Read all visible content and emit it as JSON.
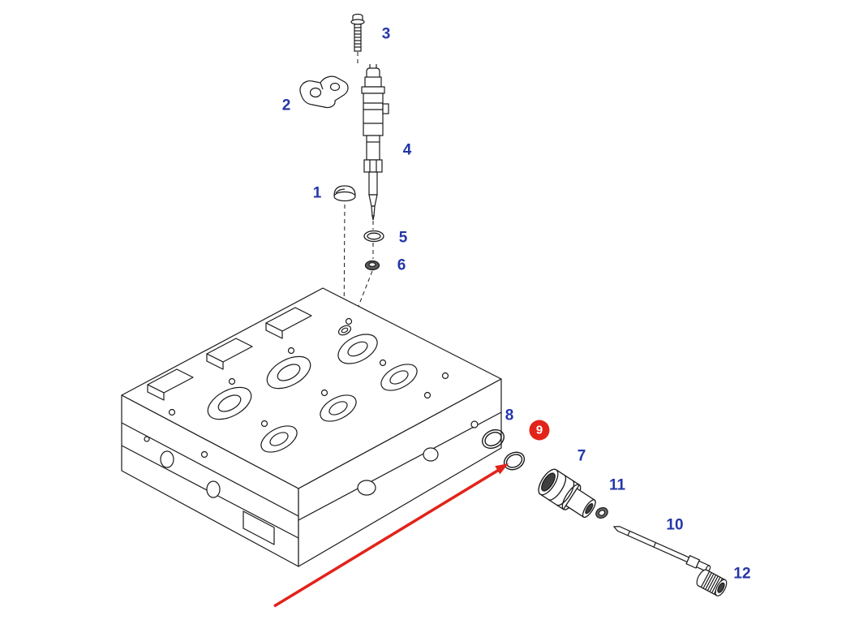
{
  "diagram": {
    "type": "exploded-parts-diagram",
    "subject": "Engine cylinder head with fuel injector assembly",
    "background_color": "#ffffff",
    "line_color": "#1a1a1a",
    "label_color": "#2436a8",
    "highlight_color": "#e2231a",
    "selected_part_label": "9",
    "highlight_arrow_present": true
  },
  "callouts": [
    {
      "id": 1,
      "label": "1",
      "highlighted": false
    },
    {
      "id": 2,
      "label": "2",
      "highlighted": false
    },
    {
      "id": 3,
      "label": "3",
      "highlighted": false
    },
    {
      "id": 4,
      "label": "4",
      "highlighted": false
    },
    {
      "id": 5,
      "label": "5",
      "highlighted": false
    },
    {
      "id": 6,
      "label": "6",
      "highlighted": false
    },
    {
      "id": 7,
      "label": "7",
      "highlighted": false
    },
    {
      "id": 8,
      "label": "8",
      "highlighted": false
    },
    {
      "id": 9,
      "label": "9",
      "highlighted": true
    },
    {
      "id": 10,
      "label": "10",
      "highlighted": false
    },
    {
      "id": 11,
      "label": "11",
      "highlighted": false
    },
    {
      "id": 12,
      "label": "12",
      "highlighted": false
    }
  ]
}
